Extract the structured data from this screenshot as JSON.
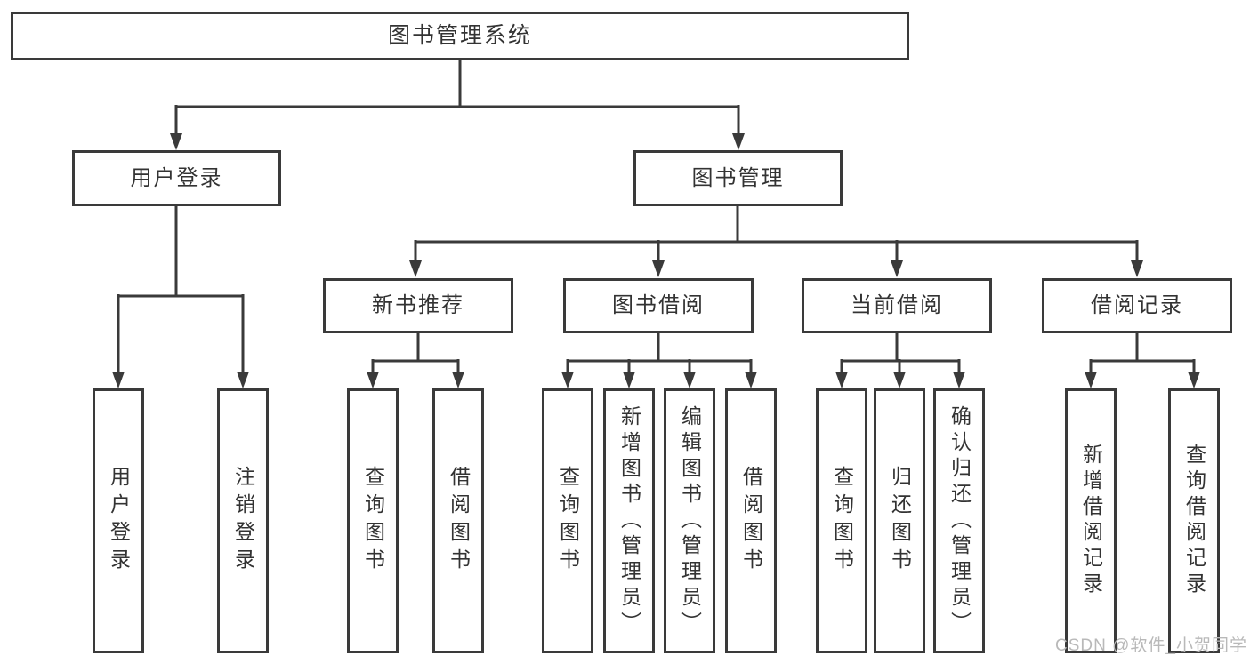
{
  "watermark": "CSDN @软件_小贺同学",
  "colors": {
    "line": "#3a3a3a",
    "text": "#333333",
    "box_background": "#ffffff",
    "watermark": "#b9b9b9"
  },
  "tree": {
    "label": "图书管理系统",
    "children": [
      {
        "label": "用户登录",
        "children": [
          {
            "label": "用户登录"
          },
          {
            "label": "注销登录"
          }
        ]
      },
      {
        "label": "图书管理",
        "children": [
          {
            "label": "新书推荐",
            "children": [
              {
                "label": "查询图书"
              },
              {
                "label": "借阅图书"
              }
            ]
          },
          {
            "label": "图书借阅",
            "children": [
              {
                "label": "查询图书"
              },
              {
                "label": "新增图书（管理员）"
              },
              {
                "label": "编辑图书（管理员）"
              },
              {
                "label": "借阅图书"
              }
            ]
          },
          {
            "label": "当前借阅",
            "children": [
              {
                "label": "查询图书"
              },
              {
                "label": "归还图书"
              },
              {
                "label": "确认归还（管理员）"
              }
            ]
          },
          {
            "label": "借阅记录",
            "children": [
              {
                "label": "新增借阅记录"
              },
              {
                "label": "查询借阅记录"
              }
            ]
          }
        ]
      }
    ]
  }
}
